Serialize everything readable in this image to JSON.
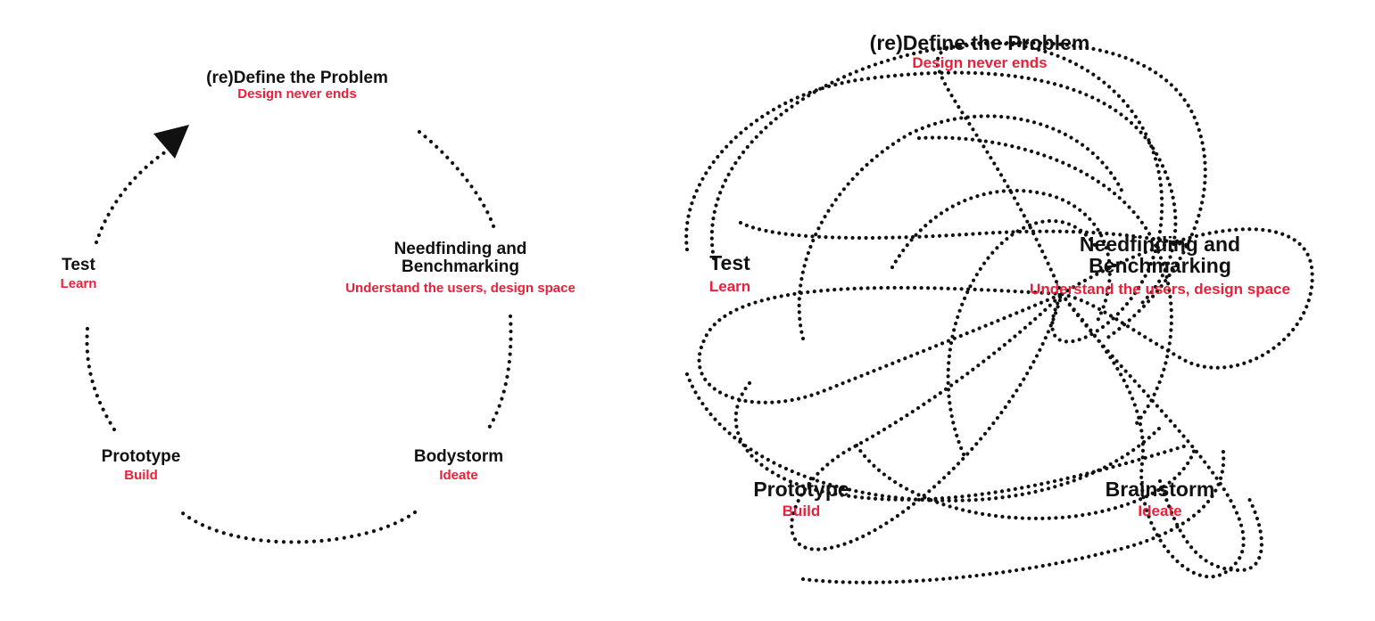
{
  "left_diagram": {
    "stages": {
      "define": {
        "title": "(re)Define the Problem",
        "subtitle": "Design never ends"
      },
      "need": {
        "title_line1": "Needfinding and",
        "title_line2": "Benchmarking",
        "subtitle": "Understand the users, design space"
      },
      "body": {
        "title": "Bodystorm",
        "subtitle": "Ideate"
      },
      "proto": {
        "title": "Prototype",
        "subtitle": "Build"
      },
      "test": {
        "title": "Test",
        "subtitle": "Learn"
      }
    }
  },
  "right_diagram": {
    "stages": {
      "define": {
        "title": "(re)Define the Problem",
        "subtitle": "Design never ends"
      },
      "need": {
        "title_line1": "Needfinding and",
        "title_line2": "Benchmarking",
        "subtitle": "Understand the users, design space"
      },
      "brain": {
        "title": "Brainstorm",
        "subtitle": "Ideate"
      },
      "proto": {
        "title": "Prototype",
        "subtitle": "Build"
      },
      "test": {
        "title": "Test",
        "subtitle": "Learn"
      }
    }
  },
  "colors": {
    "title": "#111111",
    "subtitle": "#e8203a",
    "dots": "#111111"
  }
}
